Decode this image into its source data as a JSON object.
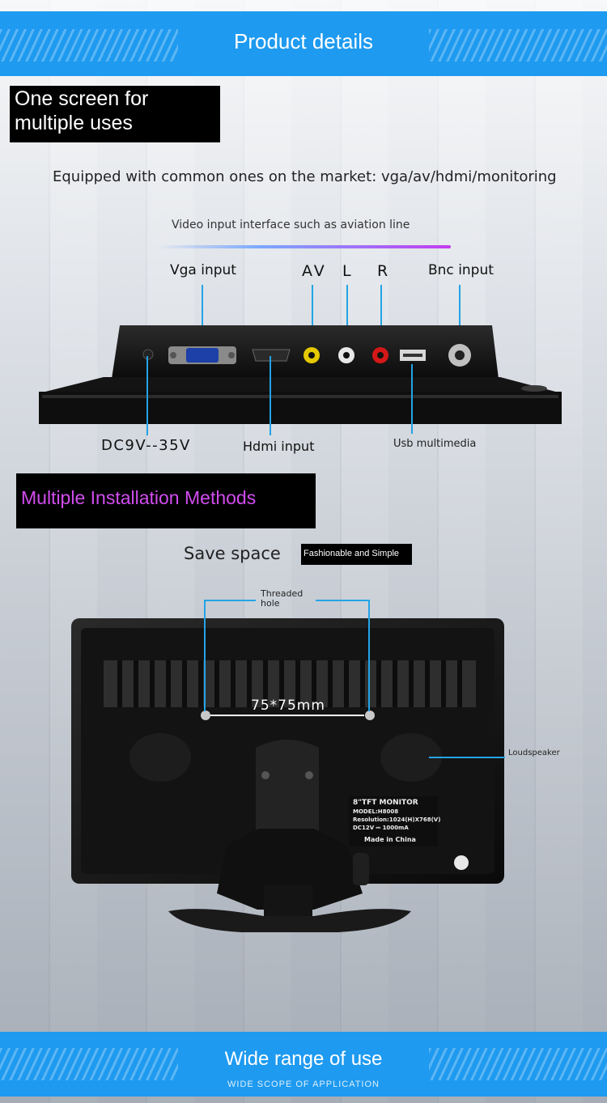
{
  "header": {
    "title": "Product details"
  },
  "section1": {
    "heading_line1": "One screen for",
    "heading_line2": "multiple uses",
    "description": "Equipped with common ones on the market: vga/av/hdmi/monitoring",
    "subcaption": "Video input interface such as aviation line"
  },
  "ports": {
    "vga": "Vga input",
    "av": "AV",
    "l": "L",
    "r": "R",
    "bnc": "Bnc input",
    "dc": "DC9V--35V",
    "hdmi": "Hdmi input",
    "usb": "Usb multimedia"
  },
  "section2": {
    "heading": "Multiple Installation Methods",
    "save_space": "Save space",
    "fashion_tag": "Fashionable and Simple",
    "threaded_hole_line1": "Threaded",
    "threaded_hole_line2": "hole",
    "hole_distance": "75*75mm",
    "loudspeaker": "Loudspeaker"
  },
  "label_plate": {
    "line1": "8\"TFT MONITOR",
    "line2": "MODEL:H8008",
    "line3": "Resolution:1024(H)X768(V)",
    "line4": "DC12V ⎓ 1000mA",
    "line5": "Made in China"
  },
  "back_ports": {
    "dc_in": "DC  IN",
    "vga": "VGA",
    "usb": "USB"
  },
  "footer": {
    "title": "Wide range of use",
    "subtitle": "WIDE SCOPE OF APPLICATION"
  },
  "colors": {
    "banner_blue": "#1e9af0",
    "accent_purple": "#c43cf0",
    "leader_line": "#22a4e6"
  }
}
